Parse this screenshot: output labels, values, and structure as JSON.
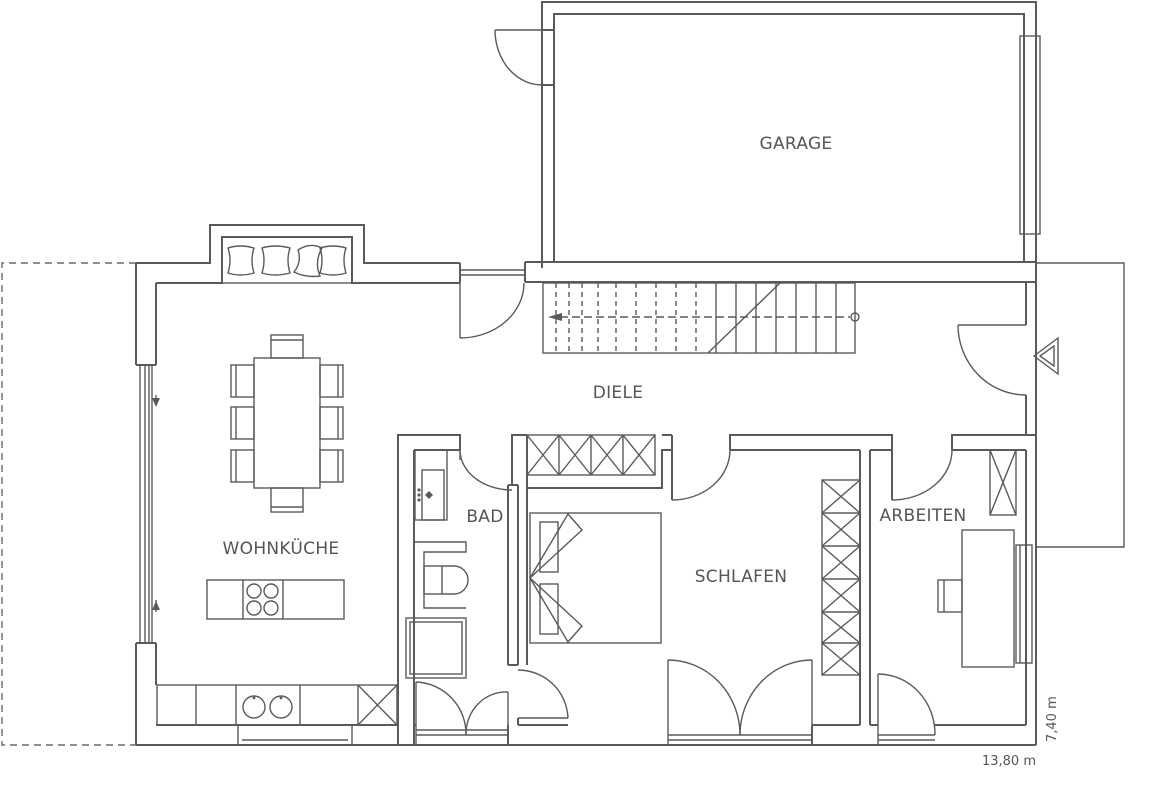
{
  "rooms": {
    "garage": "GARAGE",
    "diele": "DIELE",
    "wohnkueche": "WOHNKÜCHE",
    "bad": "BAD",
    "schlafen": "SCHLAFEN",
    "arbeiten": "ARBEITEN"
  },
  "dimensions": {
    "width": "13,80 m",
    "depth": "7,40 m"
  },
  "colors": {
    "line": "#5a5a5a",
    "text": "#555555",
    "background": "#ffffff"
  }
}
